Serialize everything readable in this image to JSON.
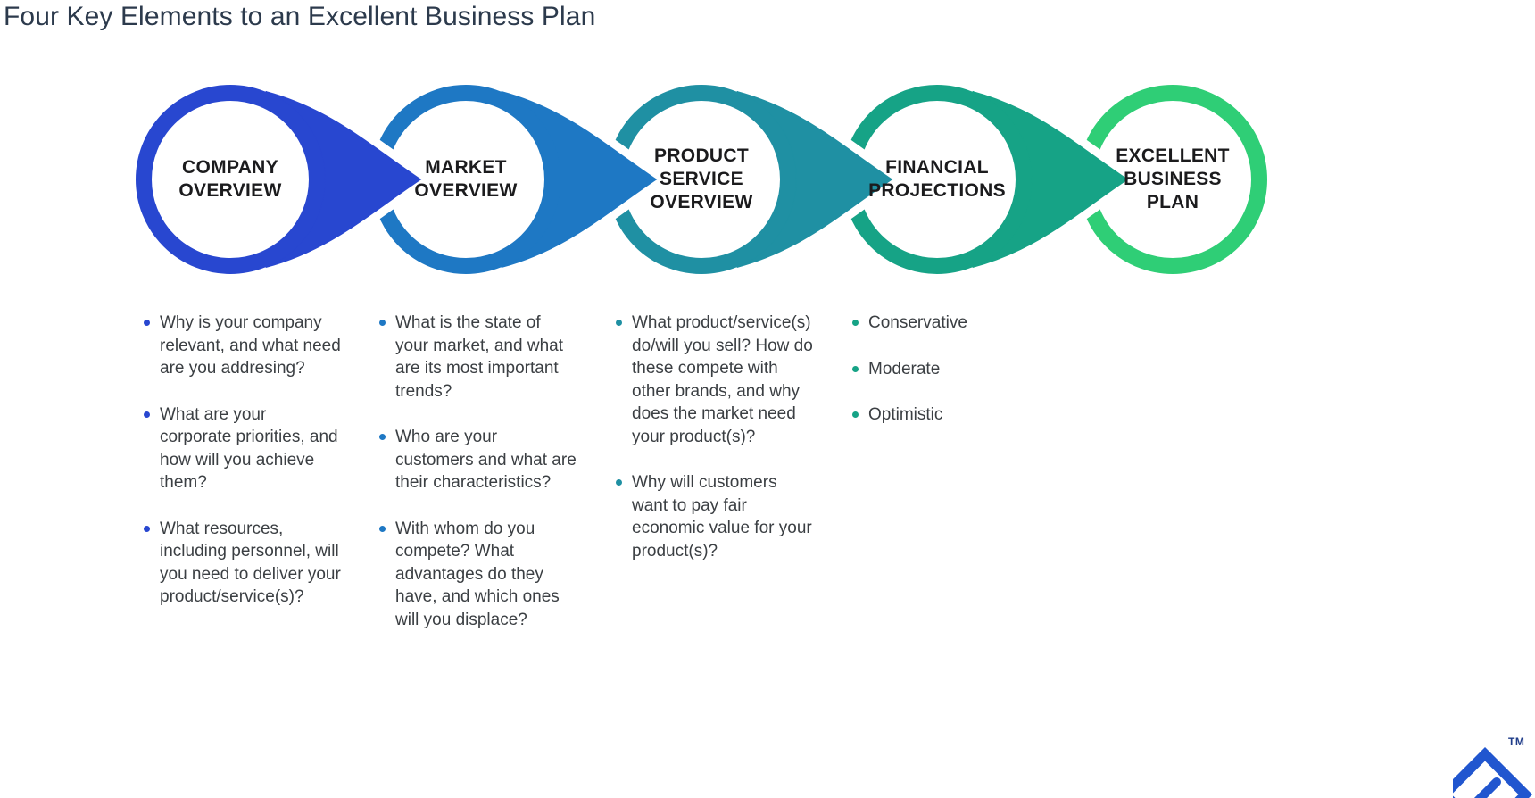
{
  "title": "Four Key Elements to an Excellent Business Plan",
  "stages": [
    {
      "label": "COMPANY OVERVIEW",
      "color": "#2847D0",
      "bullets": [
        "Why is your company relevant, and what need are you addresing?",
        "What are your corporate priorities, and how will you achieve them?",
        "What resources, including personnel, will you need to deliver your product/service(s)?"
      ]
    },
    {
      "label": "MARKET OVERVIEW",
      "color": "#1E78C4",
      "bullets": [
        "What is the state of your market, and what are its most important trends?",
        "Who are your customers and what are their characteristics?",
        "With whom do you compete? What advantages do they have, and which ones will you displace?"
      ]
    },
    {
      "label": "PRODUCT SERVICE OVERVIEW",
      "color": "#1F90A3",
      "bullets": [
        "What product/service(s) do/will you sell? How do these compete with other brands, and why does the market need your product(s)?",
        "Why will customers want to pay fair economic value for your product(s)?"
      ]
    },
    {
      "label": "FINANCIAL PROJECTIONS",
      "color": "#16A386",
      "bullets": [
        "Conservative",
        "Moderate",
        "Optimistic"
      ]
    },
    {
      "label": "EXCELLENT BUSINESS PLAN",
      "color": "#2FCE76",
      "bullets": []
    }
  ],
  "logo": {
    "trademark": "TM",
    "color": "#2156CF",
    "tm_color": "#1F3C89"
  }
}
